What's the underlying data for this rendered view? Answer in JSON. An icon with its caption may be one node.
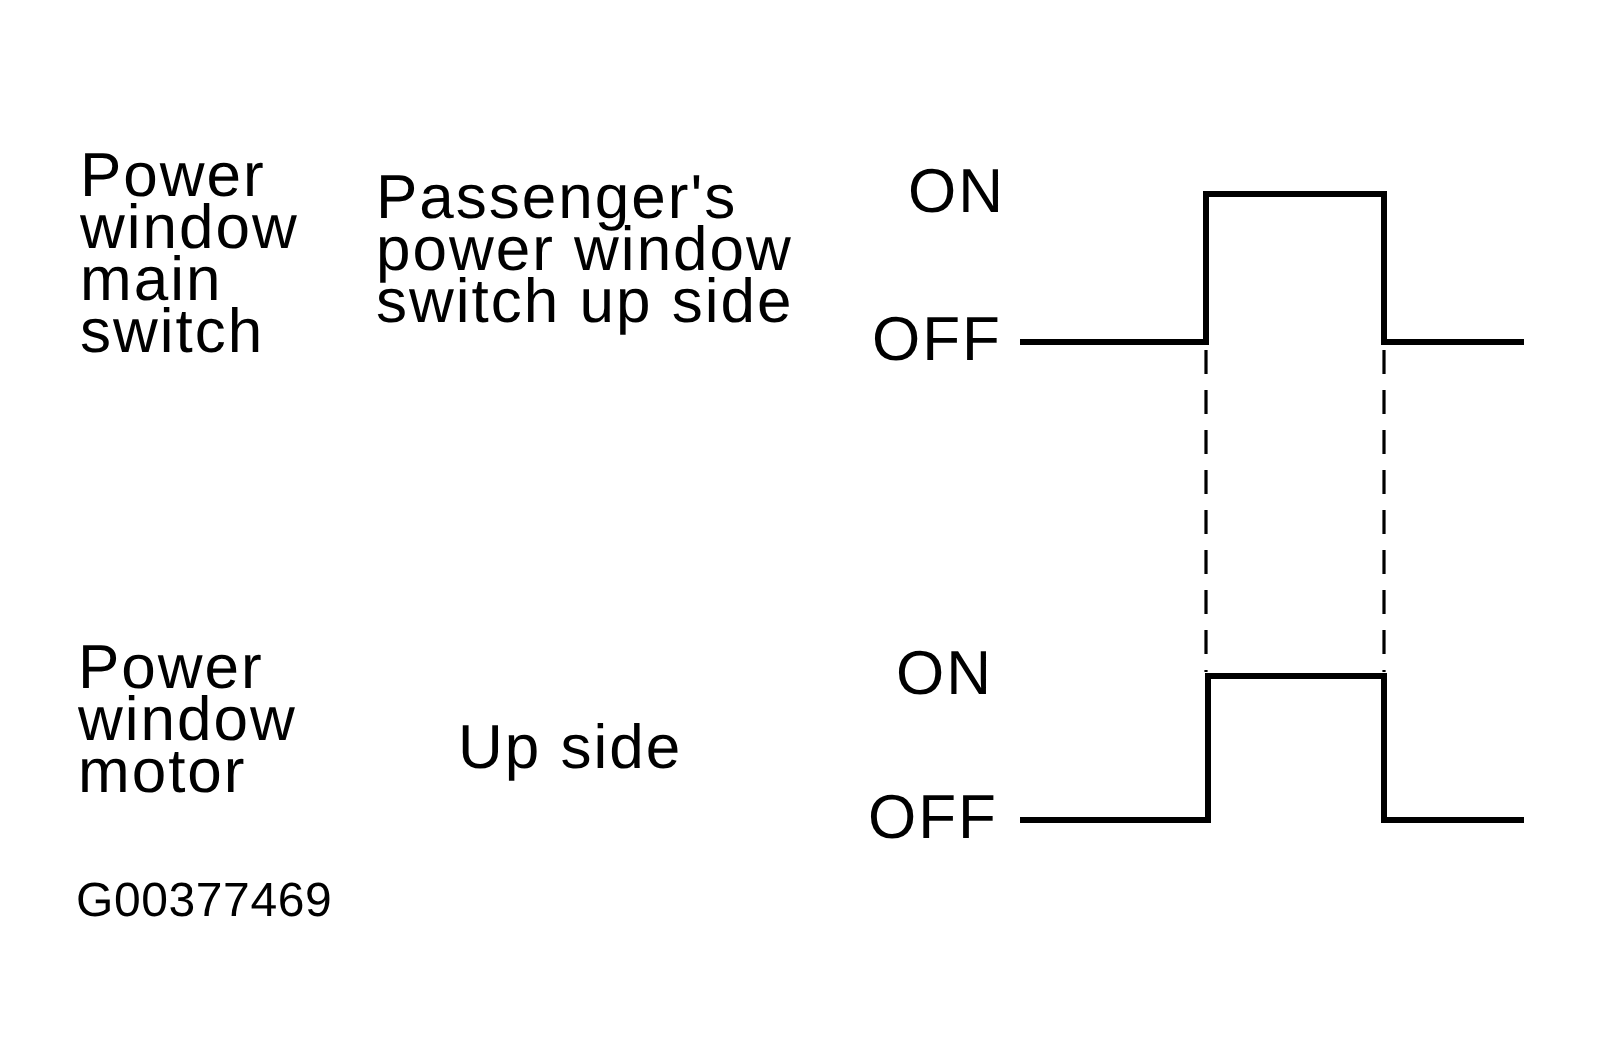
{
  "diagram": {
    "labels": [
      "Power window main switch",
      "Passenger's power window switch up side",
      "ON",
      "OFF",
      "Power window motor",
      "Up side",
      "ON",
      "OFF",
      "G00377469"
    ]
  }
}
